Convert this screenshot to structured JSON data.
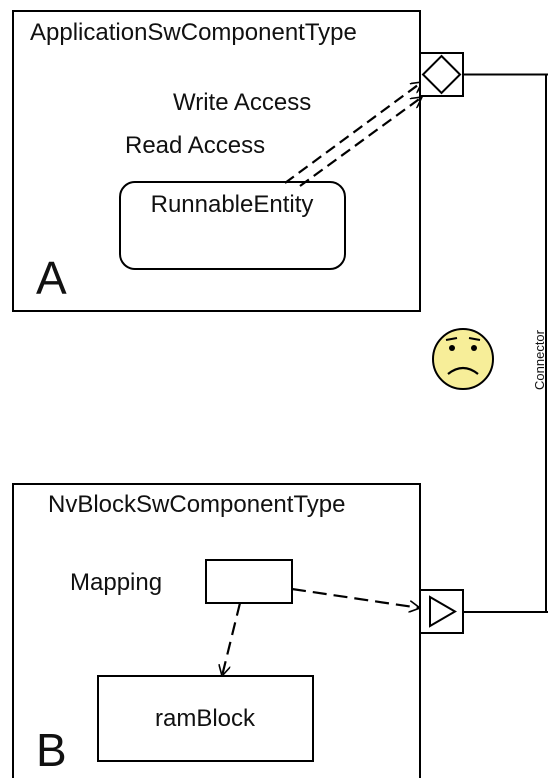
{
  "component_a": {
    "title": "ApplicationSwComponentType",
    "letter": "A",
    "write_access_label": "Write Access",
    "read_access_label": "Read Access",
    "runnable_label": "RunnableEntity"
  },
  "component_b": {
    "title": "NvBlockSwComponentType",
    "letter": "B",
    "mapping_label": "Mapping",
    "ram_block_label": "ramBlock"
  },
  "connector": {
    "label": "Connector"
  },
  "status": {
    "icon": "sad-face-icon",
    "color": "#f7ee99"
  }
}
